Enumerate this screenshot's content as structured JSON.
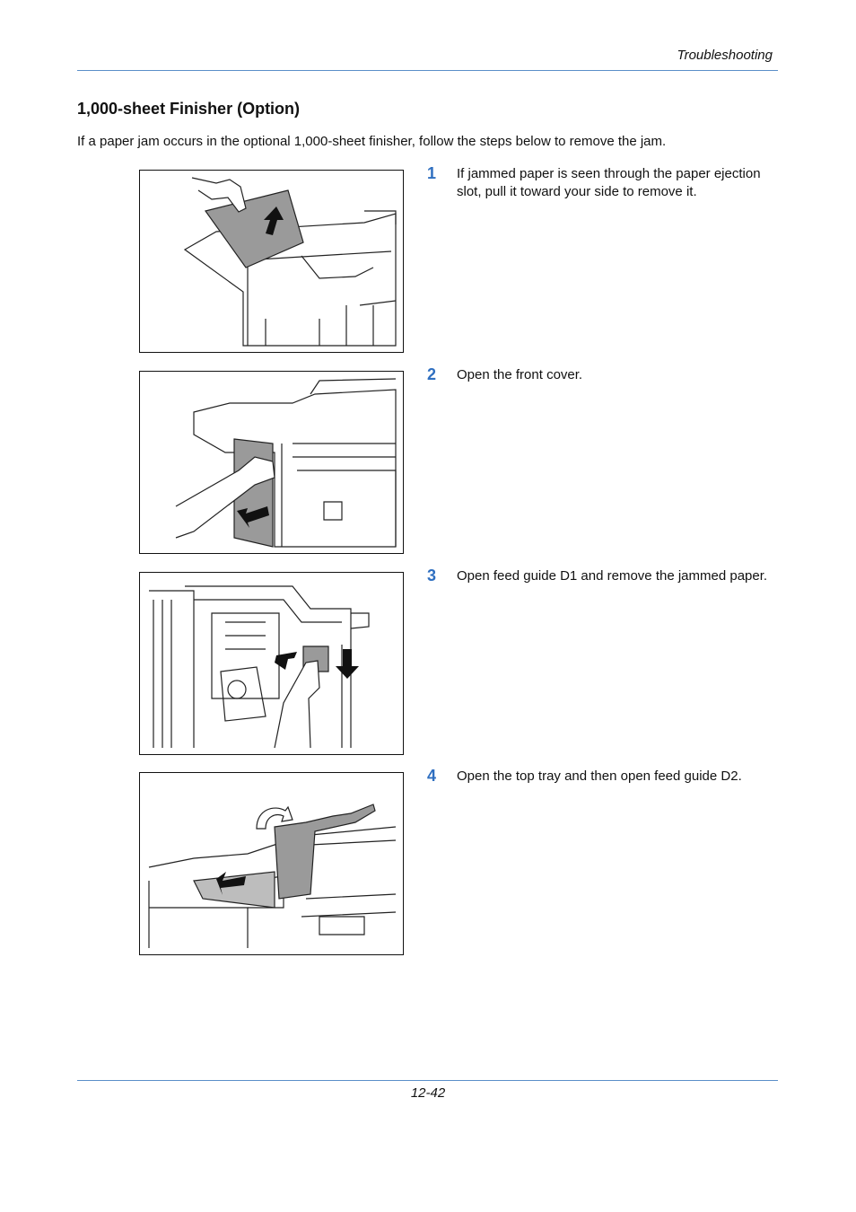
{
  "header": {
    "title": "Troubleshooting"
  },
  "section": {
    "title": "1,000-sheet Finisher (Option)",
    "intro": "If a paper jam occurs in the optional 1,000-sheet finisher, follow the steps below to remove the jam."
  },
  "steps": [
    {
      "number": "1",
      "text": "If jammed paper is seen through the paper ejection slot, pull it toward your side to remove it."
    },
    {
      "number": "2",
      "text": "Open the front cover."
    },
    {
      "number": "3",
      "text": "Open feed guide D1 and remove the jammed paper."
    },
    {
      "number": "4",
      "text": "Open the top tray and then open feed guide D2."
    }
  ],
  "footer": {
    "page_number": "12-42"
  },
  "colors": {
    "rule": "#5b8fc9",
    "step_number": "#2f6fc0",
    "shade": "#9a9a9a"
  }
}
